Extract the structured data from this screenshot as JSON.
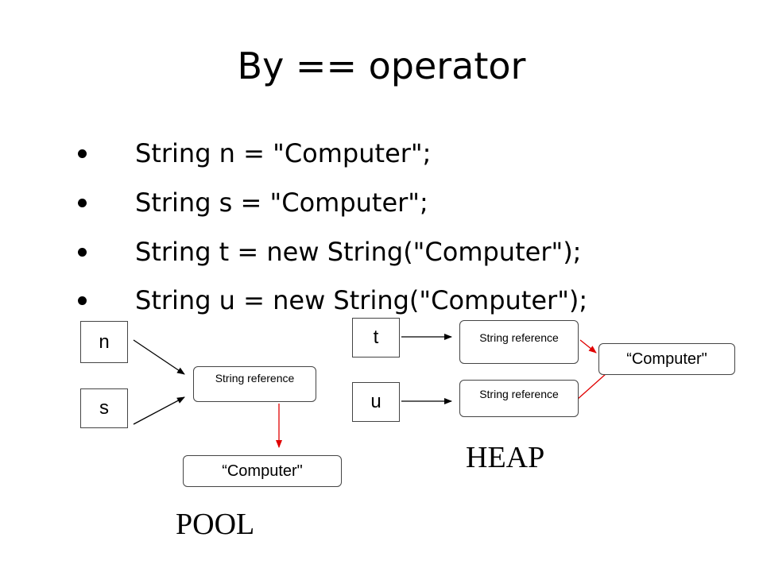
{
  "slide": {
    "title": "By == operator",
    "bullets": [
      "String n = \"Computer\";",
      "String s = \"Computer\";",
      "String t = new String(\"Computer\");",
      "String u = new String(\"Computer\");"
    ]
  },
  "diagram": {
    "pool": {
      "var_n": "n",
      "var_s": "s",
      "reference": "String reference",
      "string_value": "“Computer\"",
      "label": "POOL"
    },
    "heap": {
      "var_t": "t",
      "var_u": "u",
      "reference_t": "String reference",
      "reference_u": "String reference",
      "string_value": "“Computer\"",
      "label": "HEAP"
    },
    "colors": {
      "black_arrow": "#000000",
      "red_arrow": "#e00000"
    }
  }
}
